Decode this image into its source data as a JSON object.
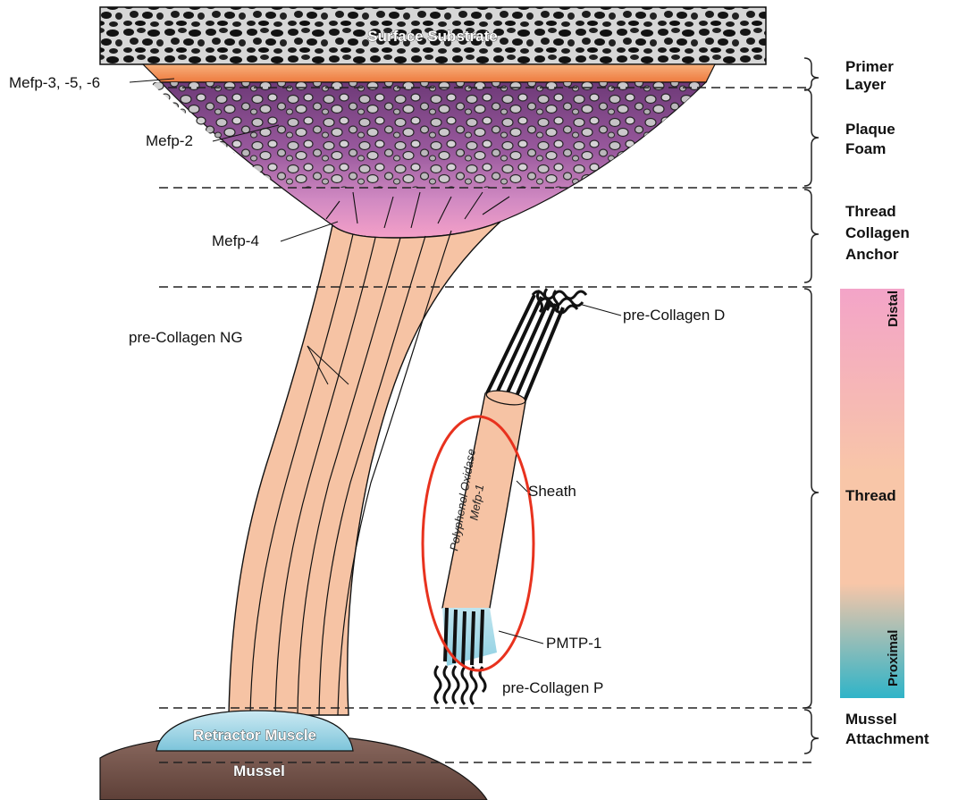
{
  "diagram": {
    "substrate_label": "Surface Substrate",
    "retractor_label": "Retractor Muscle",
    "mussel_label": "Mussel",
    "left_labels": {
      "mefp356": "Mefp-3, -5, -6",
      "mefp2": "Mefp-2",
      "mefp4": "Mefp-4",
      "precollagen_ng": "pre-Collagen NG"
    },
    "thread_labels": {
      "precollagen_d": "pre-Collagen D",
      "sheath": "Sheath",
      "sheath_text_1": "Polyphenol Oxidase",
      "sheath_text_2": "Mefp-1",
      "pmtp1": "PMTP-1",
      "precollagen_p": "pre-Collagen P"
    },
    "regions": [
      {
        "line1": "Primer",
        "line2": "Layer",
        "line3": ""
      },
      {
        "line1": "Plaque",
        "line2": "Foam",
        "line3": ""
      },
      {
        "line1": "Thread",
        "line2": "Collagen",
        "line3": "Anchor"
      },
      {
        "line1": "Thread",
        "line2": "",
        "line3": ""
      },
      {
        "line1": "Mussel",
        "line2": "Attachment",
        "line3": ""
      }
    ],
    "gradient_bar": {
      "top_label": "Distal",
      "bottom_label": "Proximal",
      "top_color": "#f3a4c8",
      "mid_color": "#f8c6a8",
      "bottom_color": "#2fb4c8"
    },
    "colors": {
      "primer": "#f08a4a",
      "plaque": "#8a4b8f",
      "collagen_fiber": "#f6c3a4",
      "sheath": "#f6c3a4",
      "highlight_ellipse": "#e8321e",
      "mussel": "#7a5a52",
      "retractor": "#9fd6e6"
    }
  }
}
